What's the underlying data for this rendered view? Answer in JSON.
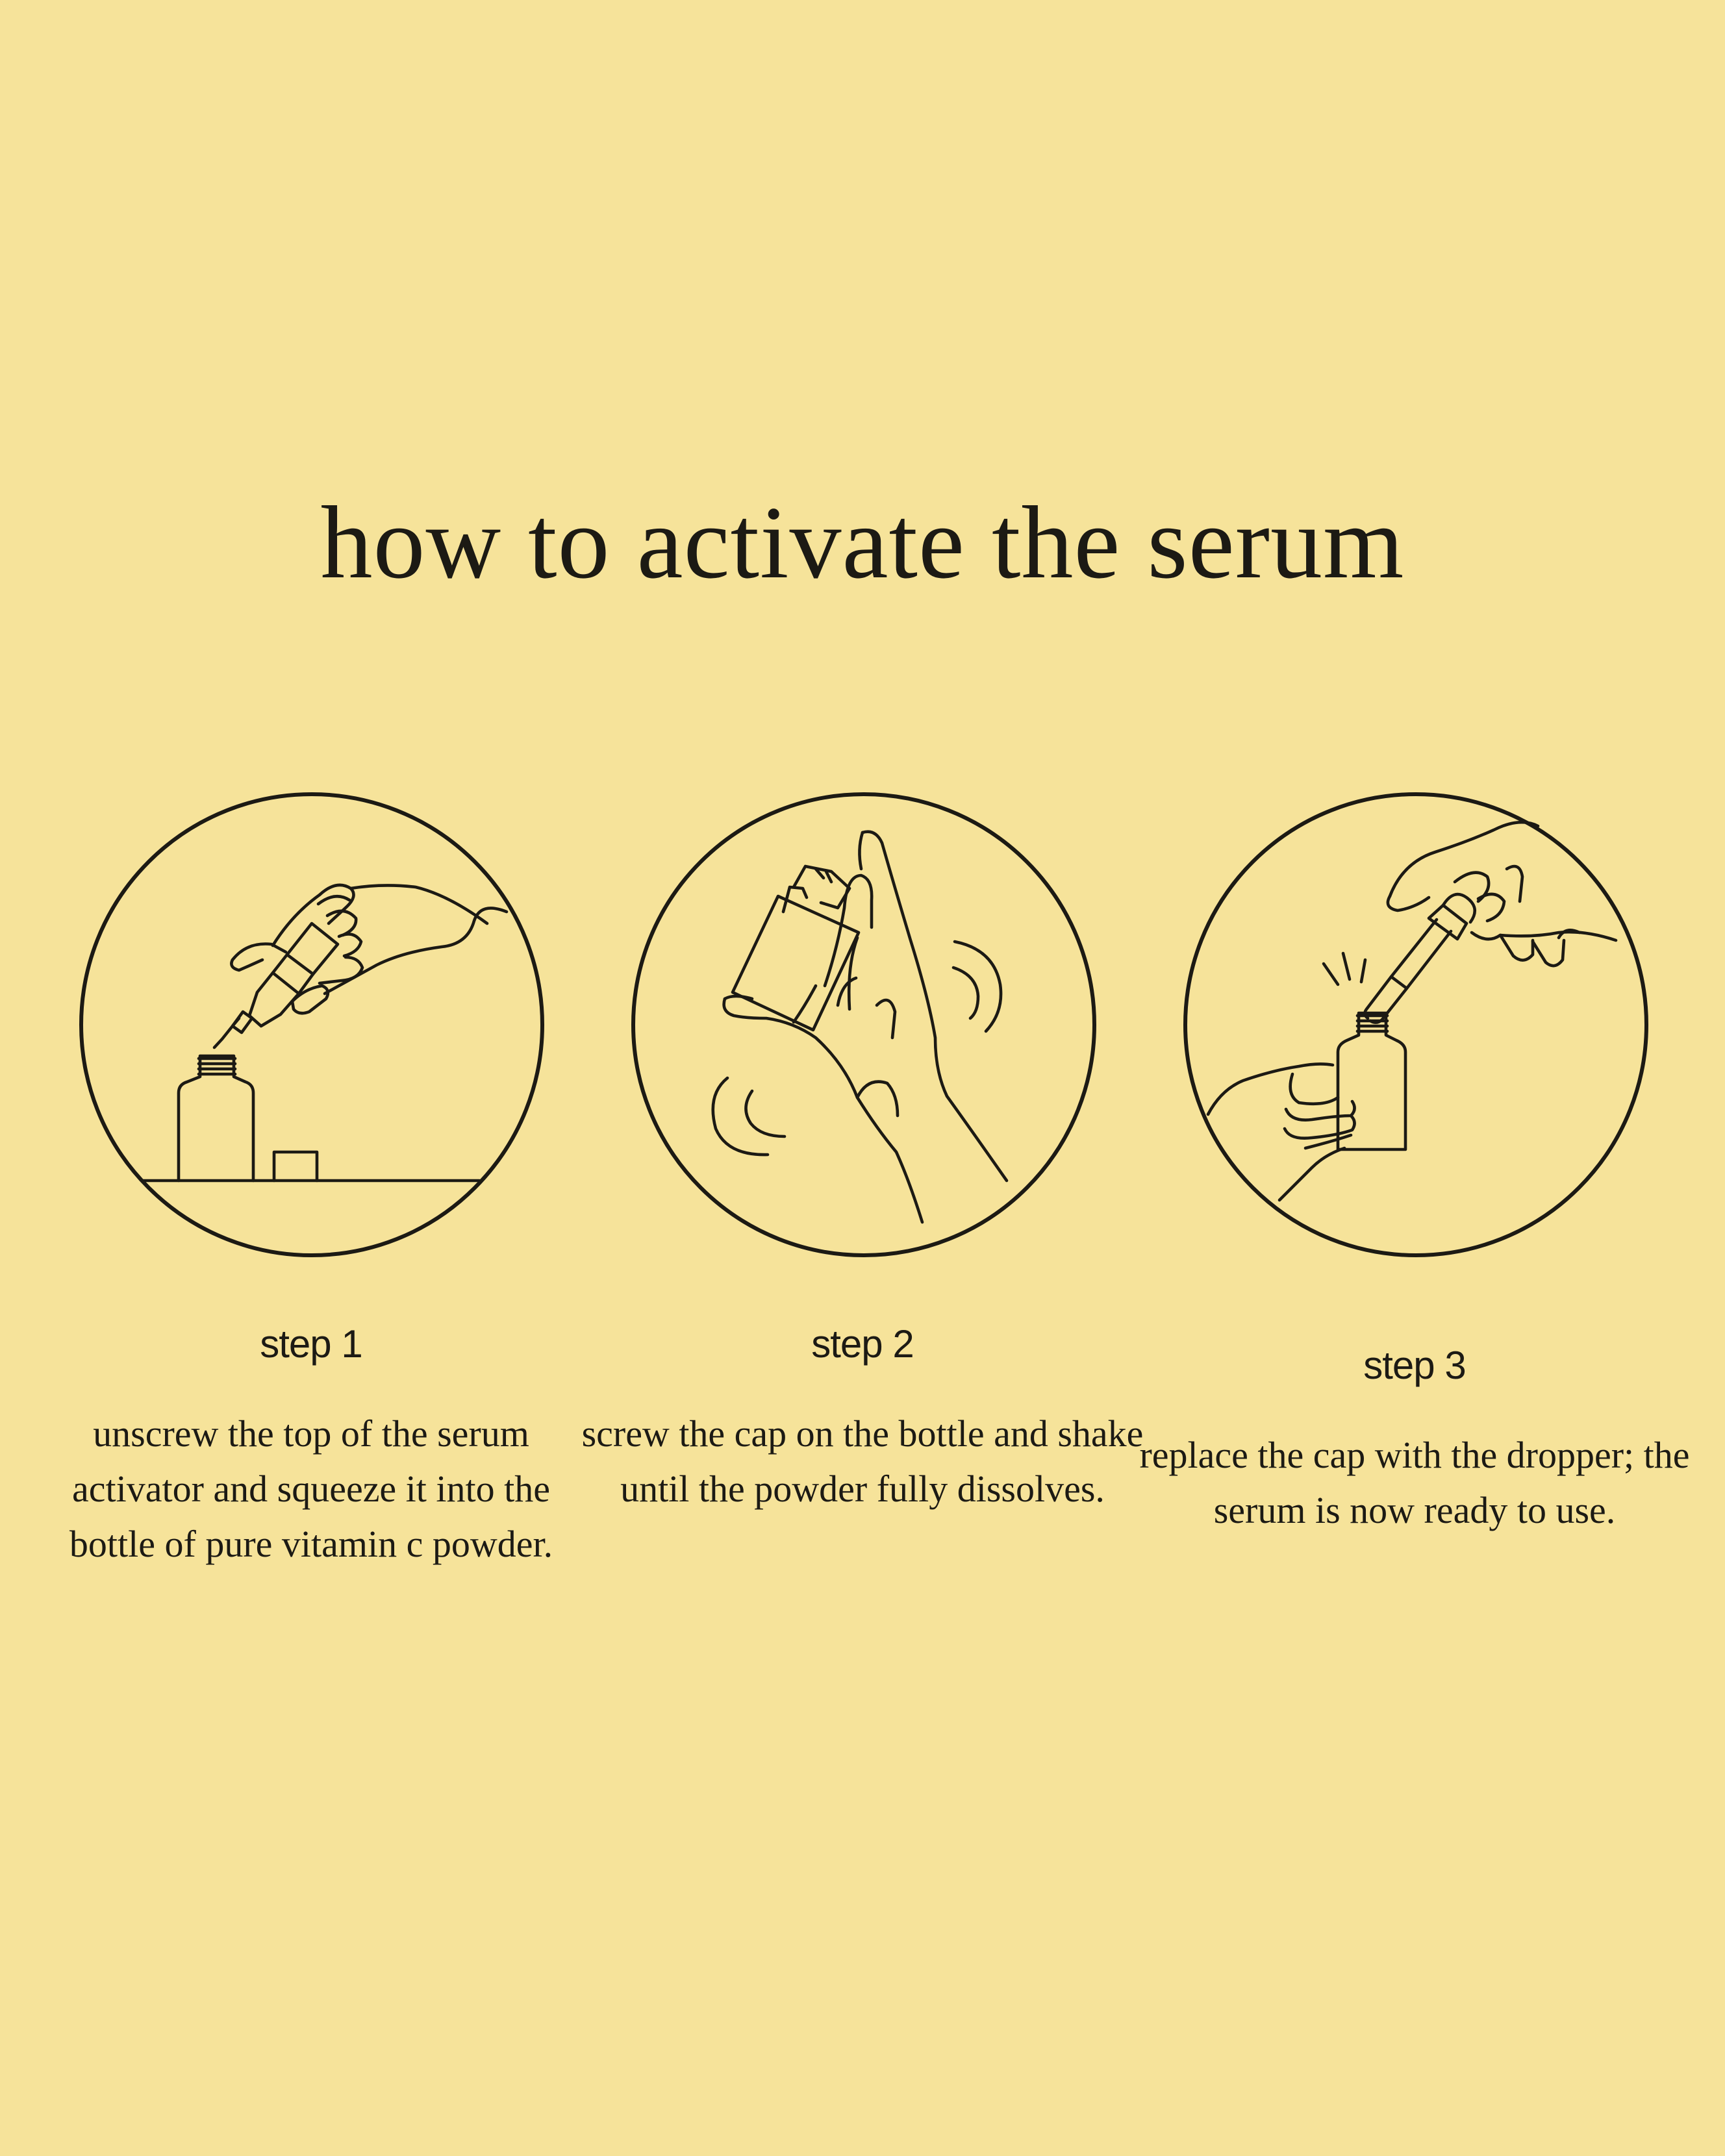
{
  "title": "how to activate the serum",
  "steps": [
    {
      "label": "step 1",
      "text": "unscrew the top of the serum activator and squeeze it into the bottle of pure vitamin c powder.",
      "icon": "squeeze-activator-icon"
    },
    {
      "label": "step 2",
      "text": "screw the cap on the bottle and shake until the powder fully dissolves.",
      "icon": "shake-bottle-icon"
    },
    {
      "label": "step 3",
      "text": "replace the cap with the dropper; the serum is now ready to use.",
      "icon": "dropper-bottle-icon"
    }
  ],
  "colors": {
    "background": "#F6E39A",
    "ink": "#1c1a14"
  }
}
